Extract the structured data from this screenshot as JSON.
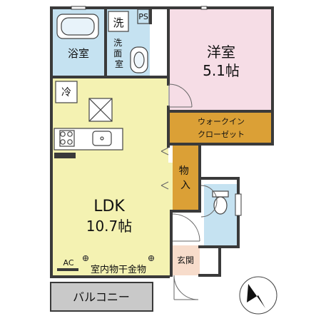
{
  "rooms": {
    "bath": "浴室",
    "washer": "洗",
    "washroom": "洗面室",
    "ps": "PS",
    "western_room": "洋室",
    "western_room_size": "5.1帖",
    "fridge": "冷",
    "walk_in_closet_line1": "ウォークイン",
    "walk_in_closet_line2": "クローゼット",
    "storage": "物入",
    "ldk": "LDK",
    "ldk_size": "10.7帖",
    "ac": "AC",
    "drying_hardware": "室内物干金物",
    "entrance": "玄関",
    "balcony": "バルコニー"
  },
  "colors": {
    "wall": "#3a3a3a",
    "ldk_fill": "#f4f2b2",
    "wet_fill": "#c5e2f1",
    "western_fill": "#f6dde6",
    "closet_fill": "#dba036",
    "entrance_fill": "#f7dccb",
    "balcony_fill": "#c9c9c9"
  }
}
